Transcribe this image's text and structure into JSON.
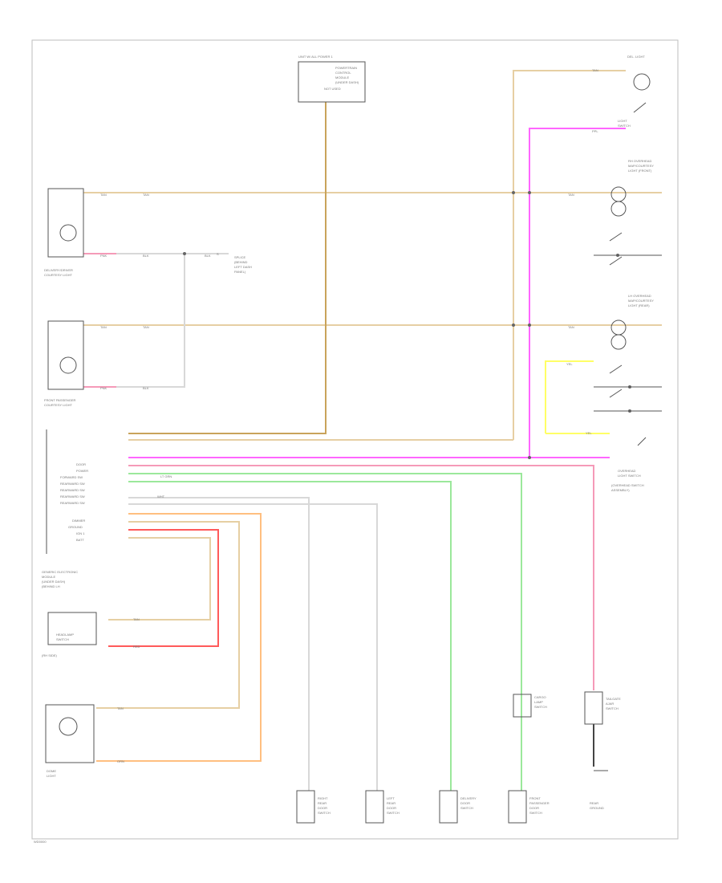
{
  "diagram": {
    "footer_code": "WD0000",
    "colors": {
      "tan": "#e6cfa3",
      "tan_dark": "#c9a35b",
      "pink": "#f59ab8",
      "magenta": "#ff66ff",
      "green": "#9be89b",
      "yellow": "#ffff66",
      "red": "#ff5a5a",
      "orange": "#ffbf80",
      "grey": "#d8d8d8",
      "black": "#444444"
    },
    "components": {
      "top_module": [
        "UNIT W/ ALL POWER 1",
        "POWERTRAIN",
        "CONTROL",
        "MODULE",
        "(UNDER DASH)",
        "NOT USED"
      ],
      "top_right_lamp": [
        "DEL. LIGHT"
      ],
      "lamp_switch_label": [
        "LIGHT",
        "SWITCH"
      ],
      "driver_door_lamp": [
        "DELIVERY/DRIVER",
        "COURTESY LIGHT"
      ],
      "front_passenger_lamp": [
        "FRONT PASSENGER",
        "COURTESY LIGHT"
      ],
      "splice_note": [
        "SPLICE",
        "(BEHIND",
        "LEFT DASH",
        "PANEL)"
      ],
      "rh_overhead_lamp": [
        "RH OVERHEAD",
        "MAP/COURTESY",
        "LIGHT (FRONT)"
      ],
      "lh_overhead_lamp": [
        "LH OVERHEAD",
        "MAP/COURTESY",
        "LIGHT (REAR)"
      ],
      "overhead_switch": [
        "OVERHEAD",
        "LIGHT SWITCH",
        "(OVERHEAD SWITCH",
        "ASSEMBLY)"
      ],
      "connector_pins": [
        "DOOR",
        "POWER",
        "FORWARD SW",
        "REARWARD SW",
        "REARWARD SW",
        "REARWARD SW",
        "REARWARD SW",
        "DIMMER",
        "GROUND",
        "IGN 1",
        "BATT"
      ],
      "module_label": [
        "GENERIC ELECTRONIC",
        "MODULE",
        "(UNDER DASH)",
        "(BEHIND LH"
      ],
      "dimmer_switch": [
        "HEADLAMP",
        "SWITCH",
        "(RH SIDE)"
      ],
      "dome_lamp": [
        "DOME",
        "LIGHT"
      ],
      "mid_switch": [
        "CARGO",
        "LAMP",
        "SWITCH"
      ],
      "tailgate_switch": [
        "TAILGATE",
        "AJAR",
        "SWITCH"
      ],
      "bottom_switches": [
        [
          "RIGHT",
          "REAR",
          "DOOR",
          "SWITCH"
        ],
        [
          "LEFT",
          "REAR",
          "DOOR",
          "SWITCH"
        ],
        [
          "DELIVERY",
          "DOOR",
          "SWITCH"
        ],
        [
          "FRONT",
          "PASSENGER",
          "DOOR",
          "SWITCH"
        ]
      ],
      "rear_ground": [
        "REAR",
        "GROUND"
      ],
      "splice_label": "S"
    },
    "wire_labels": {
      "tan": "TAN",
      "pink": "PNK",
      "black_label": "BLK",
      "green": "LT GRN",
      "yellow": "YEL",
      "red": "RED",
      "orange": "ORN",
      "white": "WHT",
      "magenta": "PPL"
    }
  }
}
